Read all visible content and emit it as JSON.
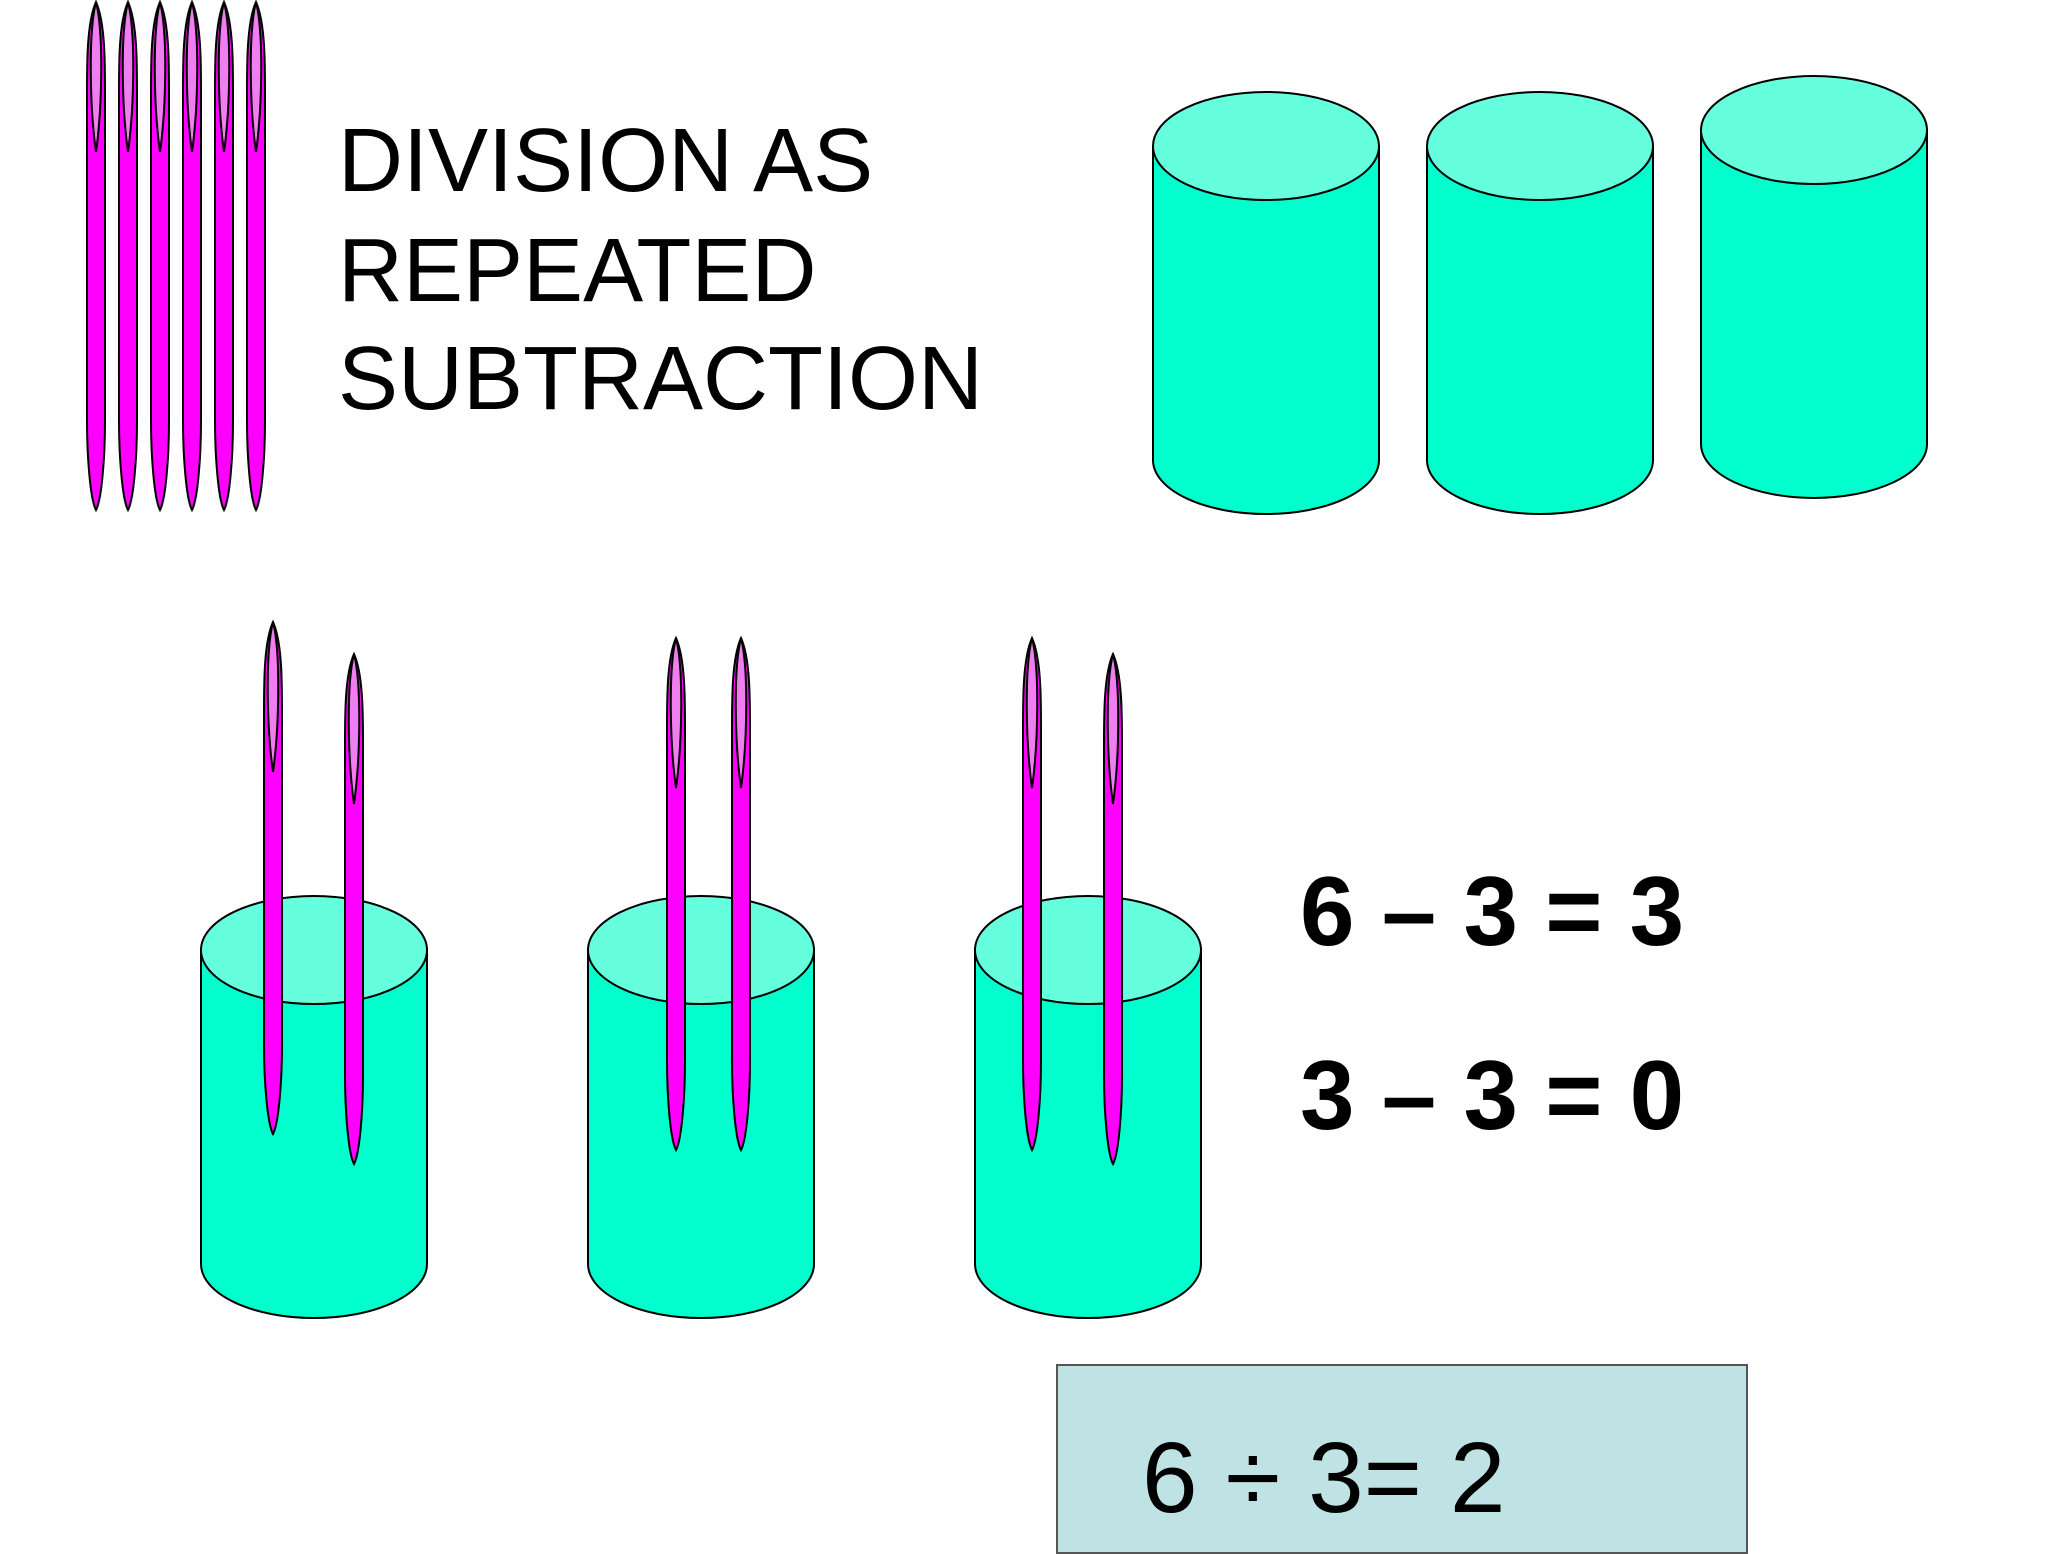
{
  "title": [
    "DIVISION AS",
    "REPEATED",
    "SUBTRACTION"
  ],
  "equations": [
    "6 – 3 = 3",
    "3 – 3 = 0"
  ],
  "result": "6 ÷ 3= 2",
  "loose_sticks": 6,
  "empty_cups": 3,
  "filled_cups": [
    {
      "sticks": 2
    },
    {
      "sticks": 2
    },
    {
      "sticks": 2
    }
  ],
  "colors": {
    "stick_fill": "#ff00ff",
    "stick_tip": "#f07ef0",
    "cup_body": "#00ffcc",
    "cup_top": "#66ffdd",
    "outline": "#000000",
    "result_bg": "#bfe3e4"
  },
  "icons": [
    "stick-icon",
    "cup-icon"
  ]
}
